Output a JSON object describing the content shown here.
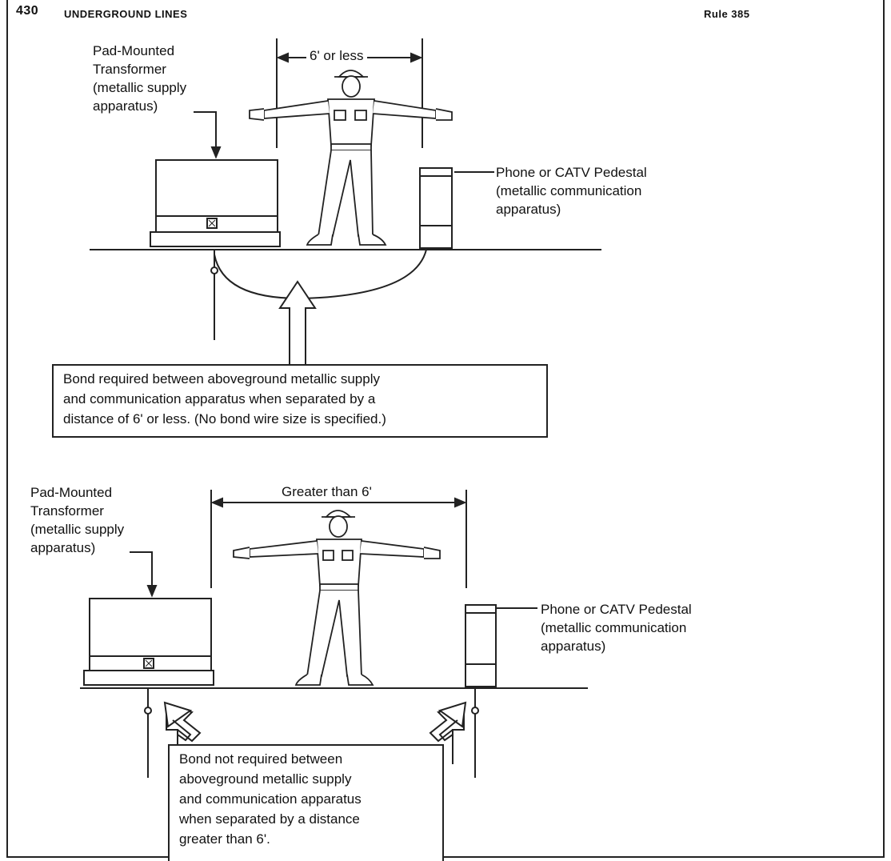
{
  "header": {
    "page_number": "430",
    "section_title": "UNDERGROUND LINES",
    "rule": "Rule 385"
  },
  "top": {
    "transformer_label": "Pad-Mounted\nTransformer\n(metallic supply\napparatus)",
    "pedestal_label": "Phone or CATV Pedestal\n(metallic communication\napparatus)",
    "dimension": "6' or less",
    "note": "Bond required between aboveground metallic supply\nand communication apparatus when separated by a\ndistance of 6' or less. (No bond wire size is specified.)"
  },
  "bottom": {
    "transformer_label": "Pad-Mounted\nTransformer\n(metallic supply\napparatus)",
    "pedestal_label": "Phone or CATV Pedestal\n(metallic communication\napparatus)",
    "dimension": "Greater than 6'",
    "note": "Bond not required between\naboveground metallic supply\nand communication apparatus\nwhen separated by a distance\ngreater than 6'."
  }
}
